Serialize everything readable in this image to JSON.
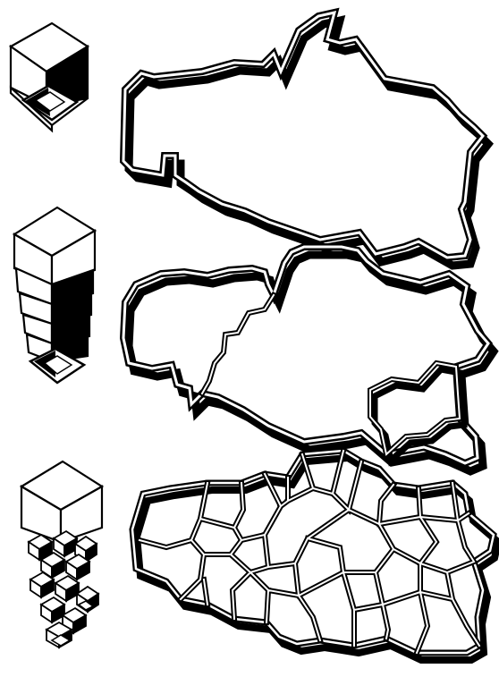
{
  "figure": {
    "colors": {
      "ink": "#000000",
      "paper": "#ffffff"
    },
    "icons": [
      "single-cube-icon",
      "stacked-cubes-icon",
      "cube-cluster-icon"
    ],
    "maps": [
      "single-territory-outline",
      "two-territory-outline",
      "subdivided-territory-outline"
    ]
  }
}
